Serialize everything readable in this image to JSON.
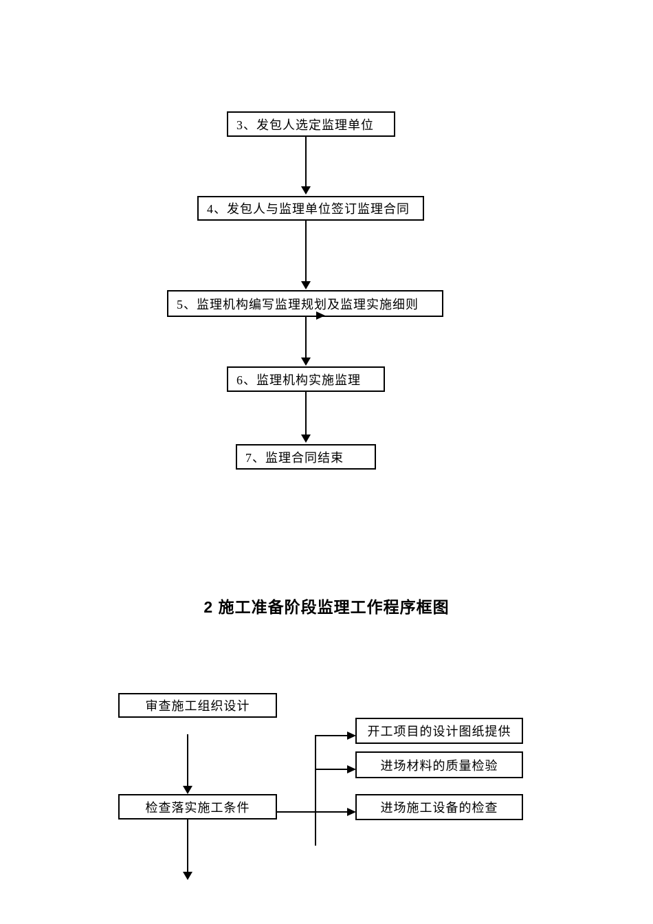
{
  "page": {
    "background_color": "#ffffff",
    "line_color": "#000000"
  },
  "heading": {
    "text": "2 施工准备阶段监理工作程序框图"
  },
  "flowchart_top": {
    "nodes": [
      {
        "label": "3、发包人选定监理单位"
      },
      {
        "label": "4、发包人与监理单位签订监理合同"
      },
      {
        "label": "5、监理机构编写监理规划及监理实施细则"
      },
      {
        "label": "6、监理机构实施监理"
      },
      {
        "label": "7、监理合同结束"
      }
    ],
    "edges": [
      [
        0,
        1
      ],
      [
        1,
        2
      ],
      [
        2,
        3
      ],
      [
        3,
        4
      ]
    ]
  },
  "flowchart_bottom": {
    "nodes": [
      {
        "label": "审查施工组织设计"
      },
      {
        "label": "检查落实施工条件"
      },
      {
        "label": "开工项目的设计图纸提供"
      },
      {
        "label": "进场材料的质量检验"
      },
      {
        "label": "进场施工设备的检查"
      }
    ],
    "edges": [
      [
        0,
        1
      ],
      [
        1,
        2
      ],
      [
        1,
        3
      ],
      [
        1,
        4
      ]
    ]
  }
}
